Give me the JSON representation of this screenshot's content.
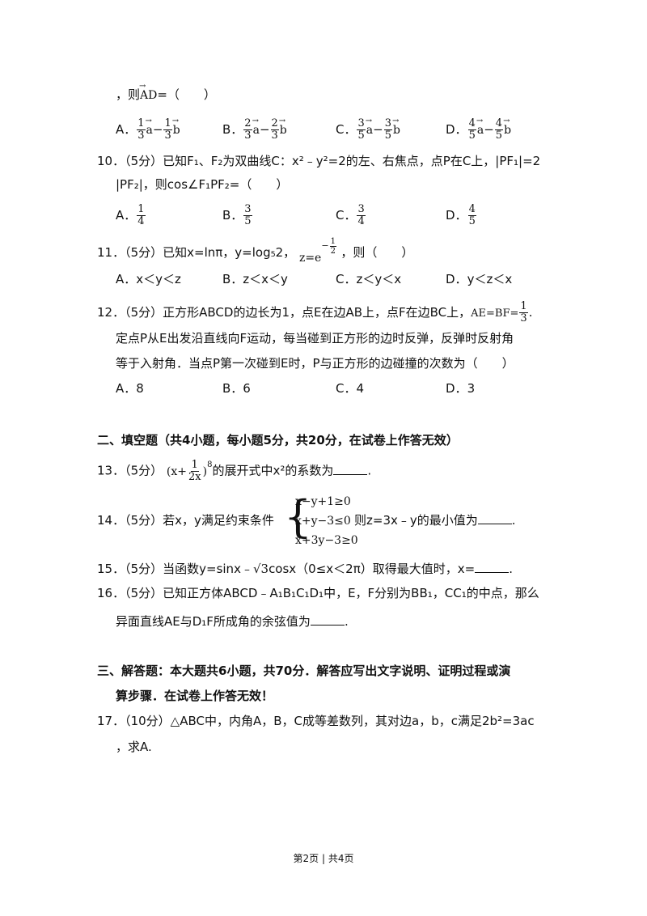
{
  "q9": {
    "tail_prefix": "，则",
    "tail_vec": "AD",
    "tail_suffix": "=（　　）",
    "options": [
      {
        "label": "A．",
        "n1": "1",
        "d1": "3",
        "v1": "a",
        "op": "−",
        "n2": "1",
        "d2": "3",
        "v2": "b"
      },
      {
        "label": "B．",
        "n1": "2",
        "d1": "3",
        "v1": "a",
        "op": "−",
        "n2": "2",
        "d2": "3",
        "v2": "b"
      },
      {
        "label": "C．",
        "n1": "3",
        "d1": "5",
        "v1": "a",
        "op": "−",
        "n2": "3",
        "d2": "5",
        "v2": "b"
      },
      {
        "label": "D．",
        "n1": "4",
        "d1": "5",
        "v1": "a",
        "op": "−",
        "n2": "4",
        "d2": "5",
        "v2": "b"
      }
    ]
  },
  "q10": {
    "line1": "10．（5分）已知F₁、F₂为双曲线C：x²﹣y²=2的左、右焦点，点P在C上，|PF₁|=2",
    "line2": "|PF₂|，则cos∠F₁PF₂=（　　）",
    "options": [
      {
        "label": "A．",
        "num": "1",
        "den": "4"
      },
      {
        "label": "B．",
        "num": "3",
        "den": "5"
      },
      {
        "label": "C．",
        "num": "3",
        "den": "4"
      },
      {
        "label": "D．",
        "num": "4",
        "den": "5"
      }
    ]
  },
  "q11": {
    "text_a": "11．（5分）已知x=lnπ，y=log₅2，",
    "z_expr": "z=e",
    "z_exp_num": "1",
    "z_exp_den": "2",
    "text_b": "，则（　　）",
    "options": [
      {
        "label": "A．",
        "text": "x＜y＜z"
      },
      {
        "label": "B．",
        "text": "z＜x＜y"
      },
      {
        "label": "C．",
        "text": "z＜y＜x"
      },
      {
        "label": "D．",
        "text": "y＜z＜x"
      }
    ]
  },
  "q12": {
    "line1": "12．（5分）正方形ABCD的边长为1，点E在边AB上，点F在边BC上，",
    "line1_expr": "AE=BF=",
    "line1_num": "1",
    "line1_den": "3",
    "line1_end": ".",
    "line2": "定点P从E出发沿直线向F运动，每当碰到正方形的边时反弹，反弹时反射角",
    "line3": "等于入射角．当点P第一次碰到E时，P与正方形的边碰撞的次数为（　　）",
    "options": [
      {
        "label": "A．",
        "text": "8"
      },
      {
        "label": "B．",
        "text": "6"
      },
      {
        "label": "C．",
        "text": "4"
      },
      {
        "label": "D．",
        "text": "3"
      }
    ]
  },
  "section2": {
    "heading": "二、填空题（共4小题，每小题5分，共20分，在试卷上作答无效）"
  },
  "q13": {
    "prefix": "13．（5分）",
    "expr_open": "(x+",
    "num": "1",
    "den": "2x",
    "expr_close": ")",
    "power": "8",
    "suffix": "的展开式中x²的系数为",
    "end": "."
  },
  "q14": {
    "prefix": "14．（5分）若x，y满足约束条件",
    "sys": [
      "x−y+1≥0",
      "x+y−3≤0",
      "x+3y−3≥0"
    ],
    "suffix": "则z=3x﹣y的最小值为",
    "end": "."
  },
  "q15": {
    "text_a": "15．（5分）当函数y=sinx﹣",
    "sqrt": "√3",
    "text_b": "cosx（0≤x＜2π）取得最大值时，x=",
    "end": "."
  },
  "q16": {
    "line1": "16．（5分）已知正方体ABCD﹣A₁B₁C₁D₁中，E，F分别为BB₁，CC₁的中点，那么",
    "line2": "异面直线AE与D₁F所成角的余弦值为",
    "end": "."
  },
  "section3": {
    "line1": "三、解答题：本大题共6小题，共70分．解答应写出文字说明、证明过程或演",
    "line2": "算步骤．在试卷上作答无效！"
  },
  "q17": {
    "line1": "17．（10分）△ABC中，内角A，B，C成等差数列，其对边a，b，c满足2b²=3ac",
    "line2": "，求A."
  },
  "footer": {
    "text": "第2页 | 共4页"
  }
}
